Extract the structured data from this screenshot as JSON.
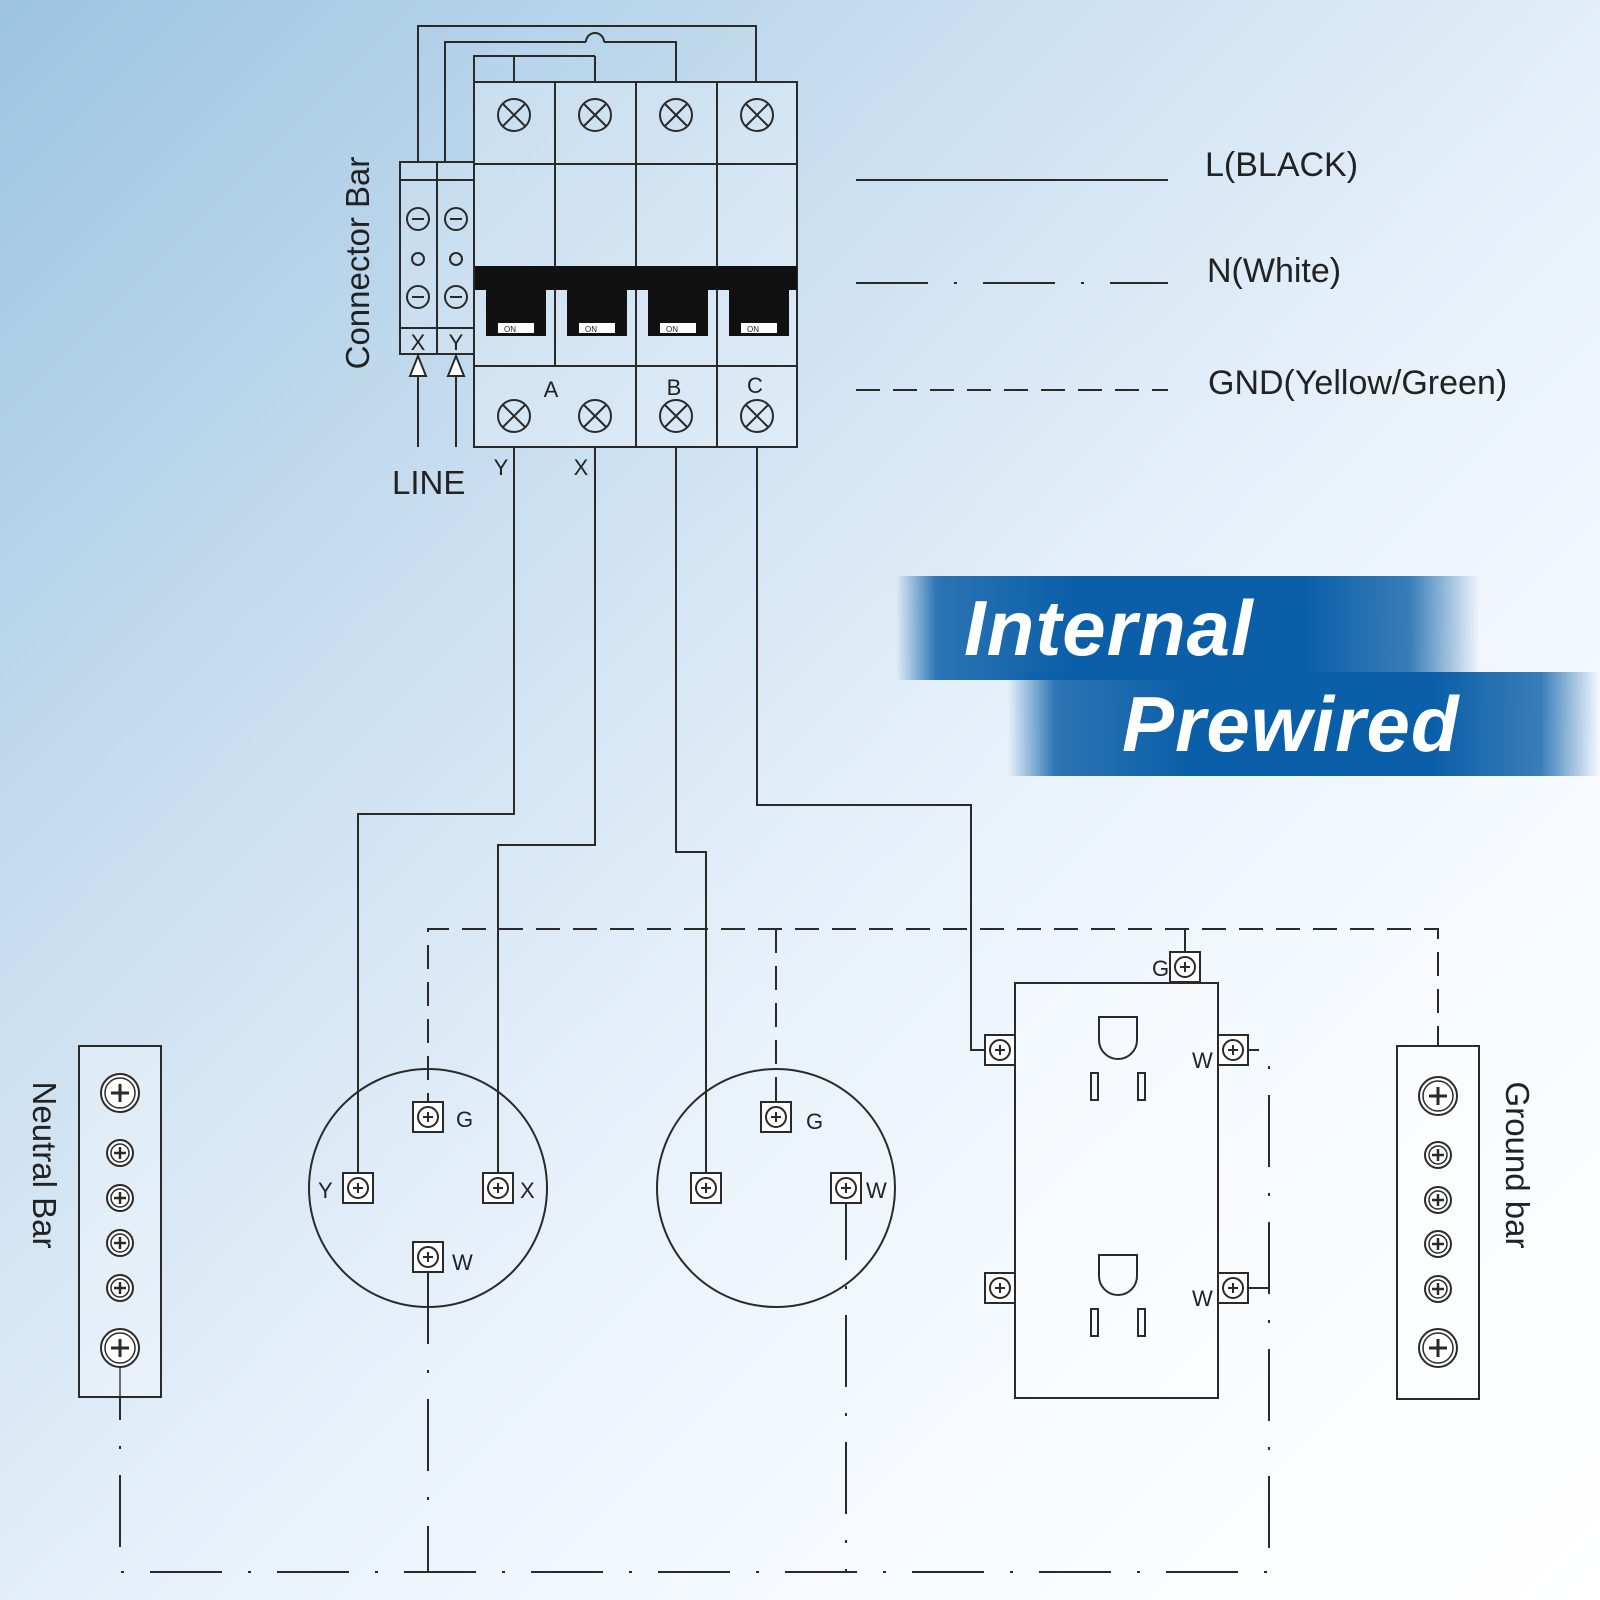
{
  "legend": {
    "line_label": "L(BLACK)",
    "neutral_label": "N(White)",
    "ground_label": "GND(Yellow/Green)"
  },
  "labels": {
    "connector_bar": "Connector Bar",
    "line": "LINE",
    "neutral_bar": "Neutral Bar",
    "ground_bar": "Ground bar"
  },
  "terminals": {
    "x": "X",
    "y": "Y",
    "a": "A",
    "b": "B",
    "c": "C",
    "g": "G",
    "w": "W",
    "on": "ON"
  },
  "banner": {
    "line1": "Internal",
    "line2": "Prewired"
  },
  "colors": {
    "banner": "#0b5fa8",
    "line": "#2a2a2a",
    "background_start": "#9dc4e0",
    "background_end": "#ffffff"
  }
}
